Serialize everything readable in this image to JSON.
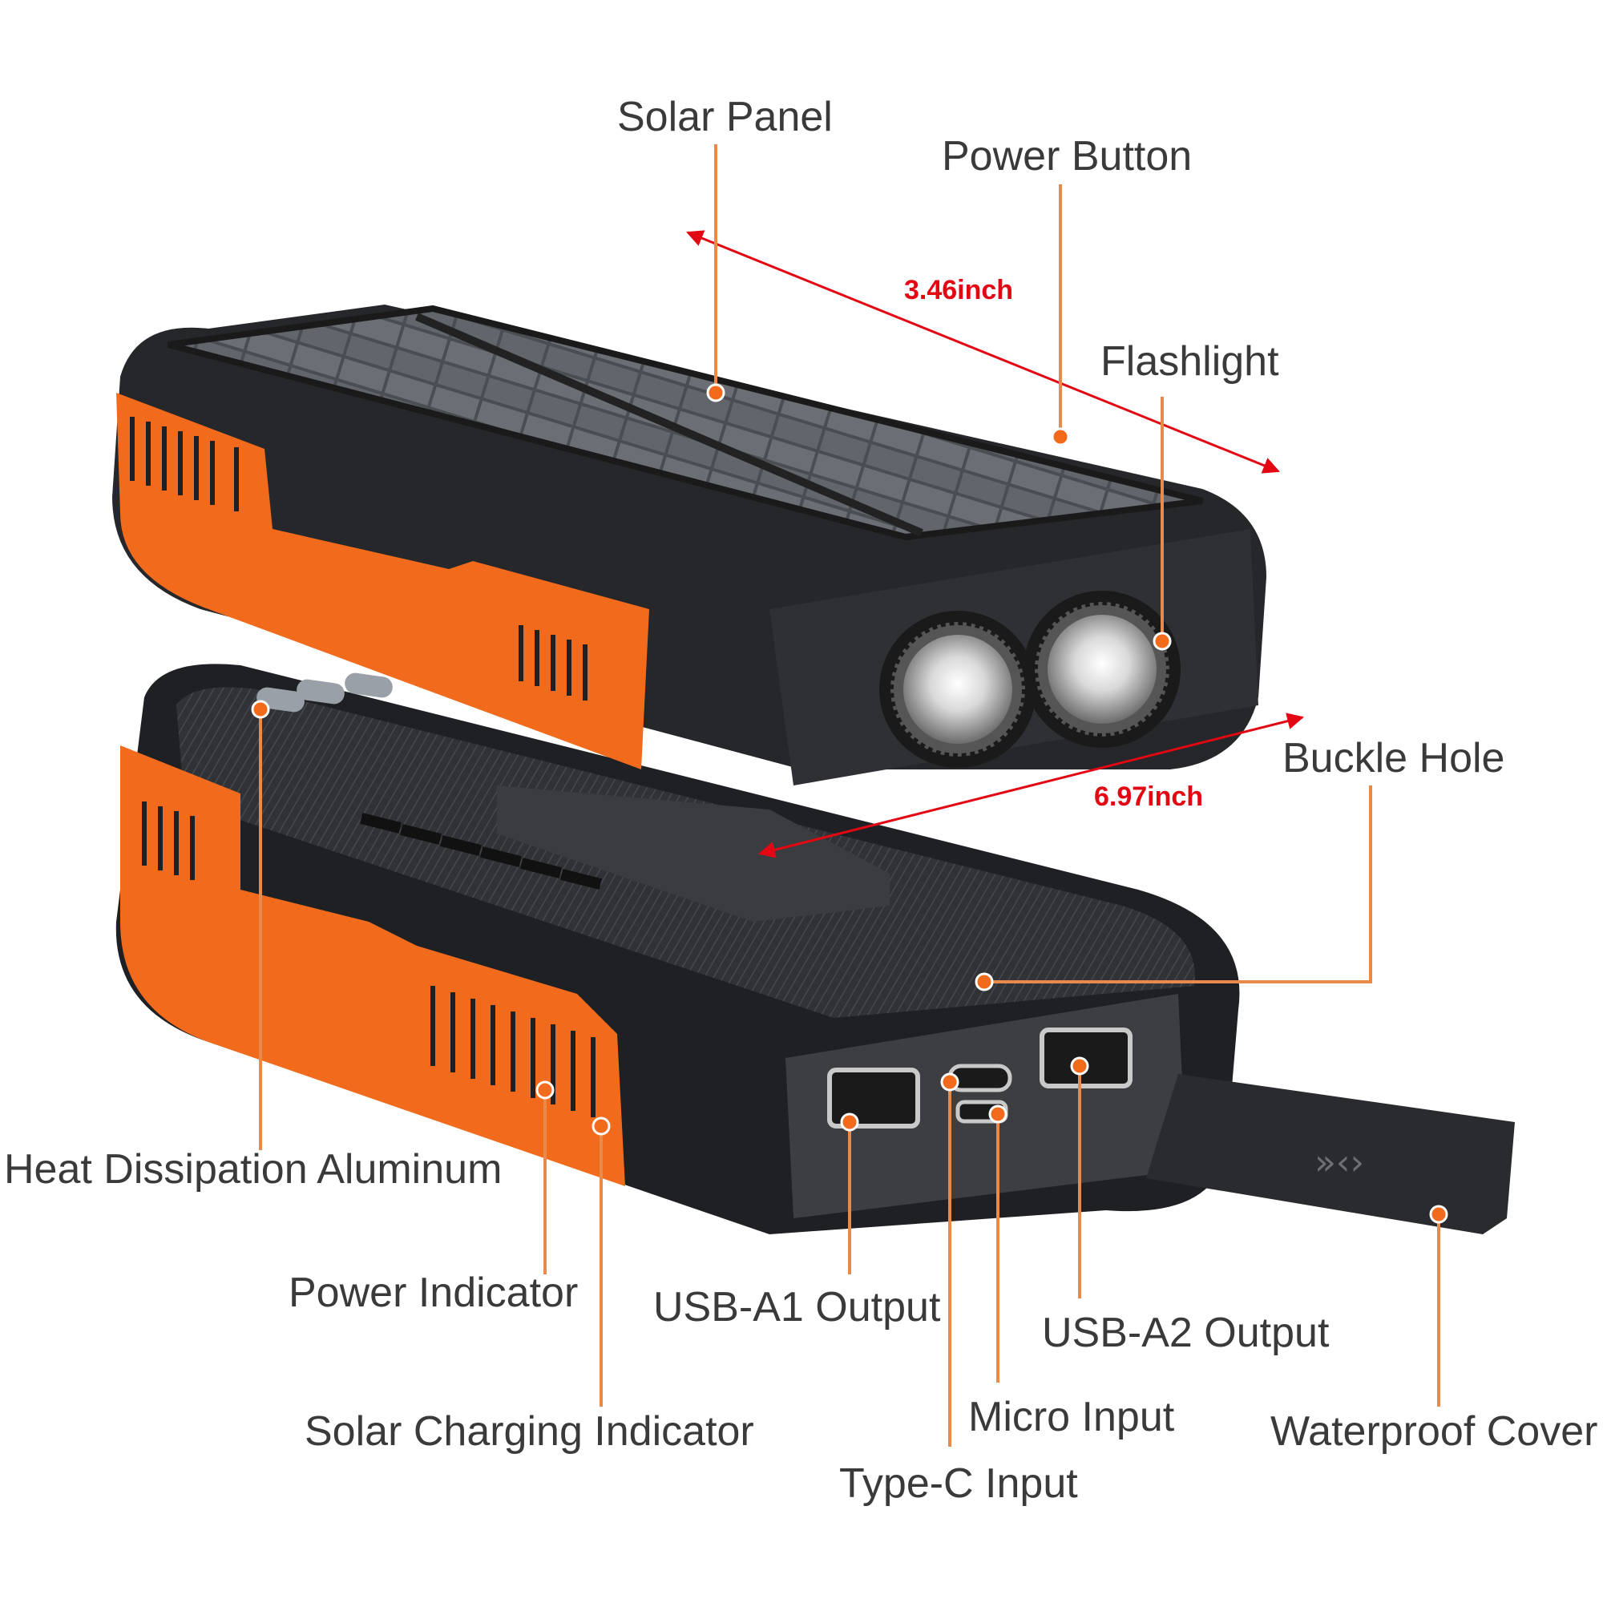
{
  "callouts": {
    "solar_panel": "Solar Panel",
    "power_button": "Power Button",
    "flashlight": "Flashlight",
    "buckle_hole": "Buckle Hole",
    "heat_dissipation": "Heat Dissipation Aluminum",
    "power_indicator": "Power Indicator",
    "solar_charging_indicator": "Solar Charging Indicator",
    "usb_a1": "USB-A1 Output",
    "usb_a2": "USB-A2 Output",
    "micro_input": "Micro Input",
    "type_c_input": "Type-C Input",
    "waterproof_cover": "Waterproof Cover"
  },
  "dimensions": {
    "width": "3.46inch",
    "length": "6.97inch"
  },
  "colors": {
    "accent_orange": "#f26b1d",
    "dimension_red": "#e30613",
    "body_black": "#2b2b2b",
    "label_gray": "#3a3a3a"
  }
}
